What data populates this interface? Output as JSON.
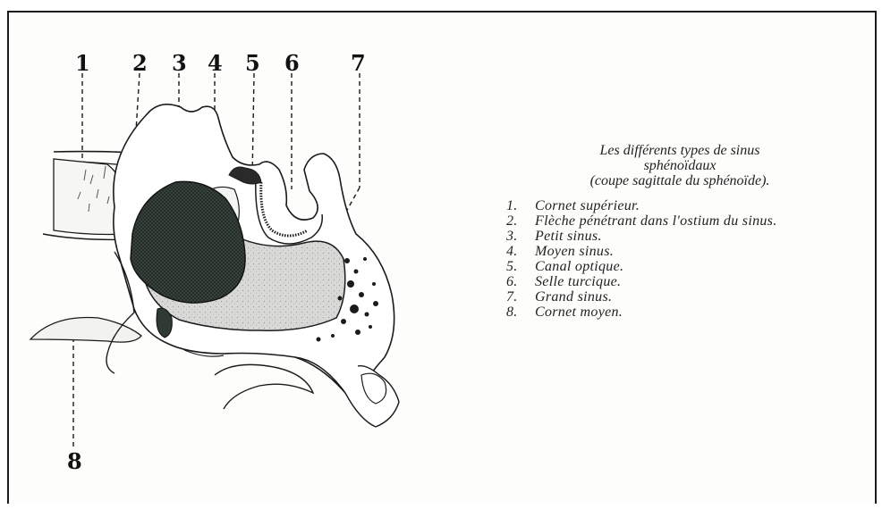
{
  "labels": [
    "1",
    "2",
    "3",
    "4",
    "5",
    "6",
    "7",
    "8"
  ],
  "caption": {
    "title_lines": [
      "Les différents types de sinus",
      "sphénoïdaux",
      "(coupe sagittale du sphénoïde)."
    ],
    "legend": [
      {
        "num": "1.",
        "text": "Cornet supérieur."
      },
      {
        "num": "2.",
        "text": "Flèche pénétrant dans l'ostium du sinus."
      },
      {
        "num": "3.",
        "text": "Petit sinus."
      },
      {
        "num": "4.",
        "text": "Moyen sinus."
      },
      {
        "num": "5.",
        "text": "Canal optique."
      },
      {
        "num": "6.",
        "text": "Selle turcique."
      },
      {
        "num": "7.",
        "text": "Grand sinus."
      },
      {
        "num": "8.",
        "text": "Cornet moyen."
      }
    ]
  },
  "colors": {
    "small_sinus": "#2f3a33",
    "large_sinus": "#d4d4d2",
    "outline": "#1b1b1b"
  }
}
